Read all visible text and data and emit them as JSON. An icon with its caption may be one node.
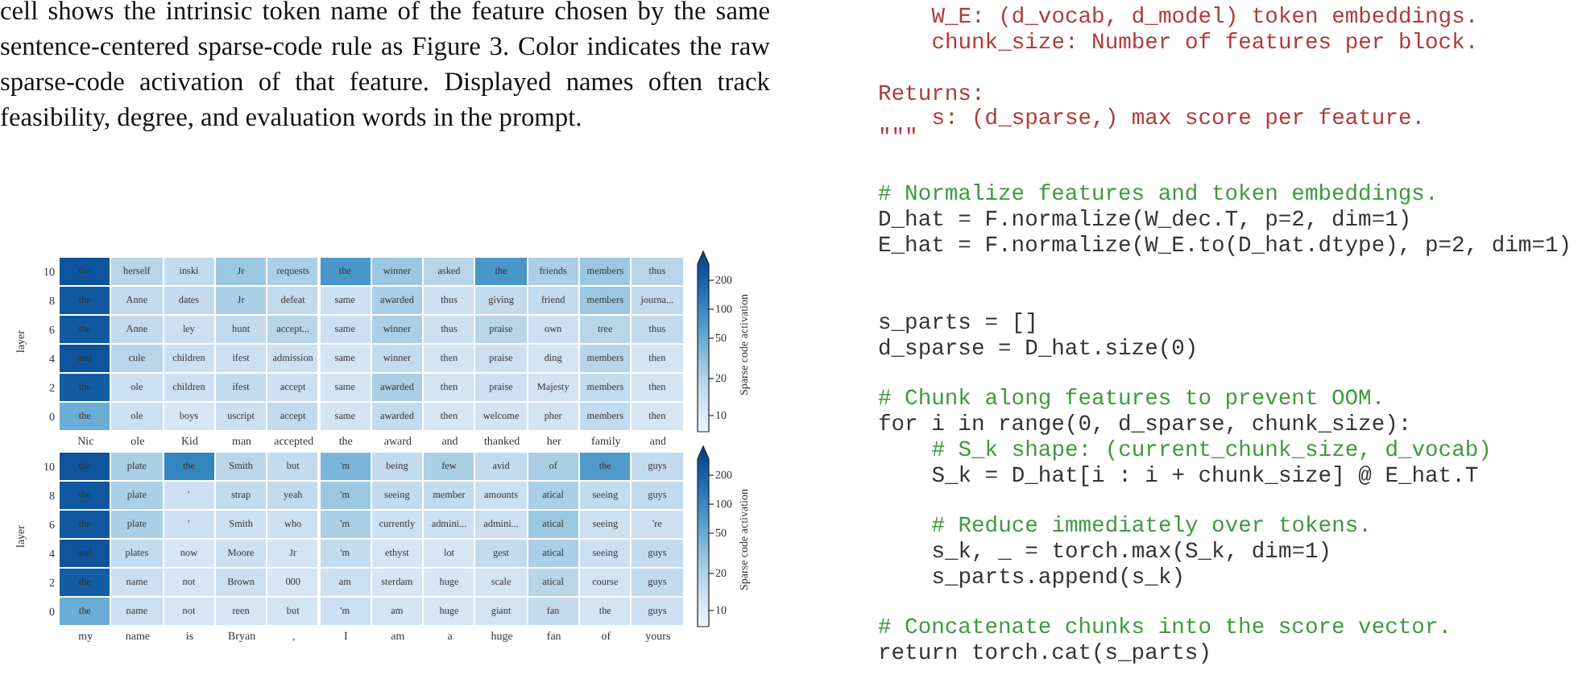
{
  "diagram": {
    "labels": [
      "cell shows the intrinsic token name of the feature chosen by the same sentence-centered sparse-code rule as Figure 3. Color indicates the raw sparse-code activation of that feature. Displayed names often track feasibility, degree, and evaluation words in the prompt.",
      "layer",
      "10",
      "the",
      "herself",
      "inski",
      "Jr",
      "requests",
      "the",
      "winner",
      "asked",
      "the",
      "friends",
      "members",
      "thus",
      "8",
      "the",
      "Anne",
      "dates",
      "Jr",
      "defeat",
      "same",
      "awarded",
      "thus",
      "giving",
      "friend",
      "members",
      "journa...",
      "6",
      "the",
      "Anne",
      "ley",
      "hunt",
      "accept...",
      "same",
      "winner",
      "thus",
      "praise",
      "own",
      "tree",
      "thus",
      "4",
      "and",
      "cule",
      "children",
      "ifest",
      "admission",
      "same",
      "winner",
      "then",
      "praise",
      "ding",
      "members",
      "then",
      "2",
      "the",
      "ole",
      "children",
      "ifest",
      "accept",
      "same",
      "awarded",
      "then",
      "praise",
      "Majesty",
      "members",
      "then",
      "0",
      "the",
      "ole",
      "boys",
      "uscript",
      "accept",
      "same",
      "awarded",
      "then",
      "welcome",
      "pher",
      "members",
      "then",
      "Nic",
      "ole",
      "Kid",
      "man",
      "accepted",
      "the",
      "award",
      "and",
      "thanked",
      "her",
      "family",
      "and",
      "200",
      "100",
      "50",
      "20",
      "10",
      "Sparse code activation",
      "layer",
      "10",
      "the",
      "plate",
      "the",
      "Smith",
      "but",
      "'m",
      "being",
      "few",
      "avid",
      "of",
      "the",
      "guys",
      "8",
      "the",
      "plate",
      "'",
      "strap",
      "yeah",
      "'m",
      "seeing",
      "member",
      "amounts",
      "atical",
      "seeing",
      "guys",
      "6",
      "the",
      "plate",
      "'",
      "Smith",
      "who",
      "'m",
      "currently",
      "admini...",
      "admini...",
      "atical",
      "seeing",
      "'re",
      "4",
      "and",
      "plates",
      "now",
      "Moore",
      "Jr",
      "'m",
      "ethyst",
      "lot",
      "gest",
      "atical",
      "seeing",
      "guys",
      "2",
      "the",
      "name",
      "not",
      "Brown",
      "000",
      "am",
      "sterdam",
      "huge",
      "scale",
      "atical",
      "course",
      "guys",
      "0",
      "the",
      "name",
      "not",
      "reen",
      "but",
      "'m",
      "am",
      "huge",
      "giant",
      "fan",
      "the",
      "guys",
      "my",
      "name",
      "is",
      "Bryan",
      ",",
      "I",
      "am",
      "a",
      "huge",
      "fan",
      "of",
      "yours",
      "200",
      "100",
      "50",
      "20",
      "10",
      "Sparse code activation",
      "W_E: (d_vocab, d_model) token embeddings.",
      "chunk_size: Number of features per block.",
      "Returns:",
      "s: (d_sparse,) max score per feature.",
      "\"\"\"",
      "# Normalize features and token embeddings.",
      "D_hat = F.normalize(W_dec.T, p=2, dim=1)",
      "E_hat = F.normalize(W_E.to(D_hat.dtype), p=2, dim=1)",
      "s_parts = []",
      "d_sparse = D_hat.size(0)",
      "# Chunk along features to prevent OOM.",
      "for i in range(0, d_sparse, chunk_size):",
      "# S_k shape: (current_chunk_size, d_vocab)",
      "S_k = D_hat[i : i + chunk_size] @ E_hat.T",
      "# Reduce immediately over tokens.",
      "s_k, _ = torch.max(S_k, dim=1)",
      "s_parts.append(s_k)",
      "# Concatenate chunks into the score vector.",
      "return torch.cat(s_parts)"
    ]
  }
}
